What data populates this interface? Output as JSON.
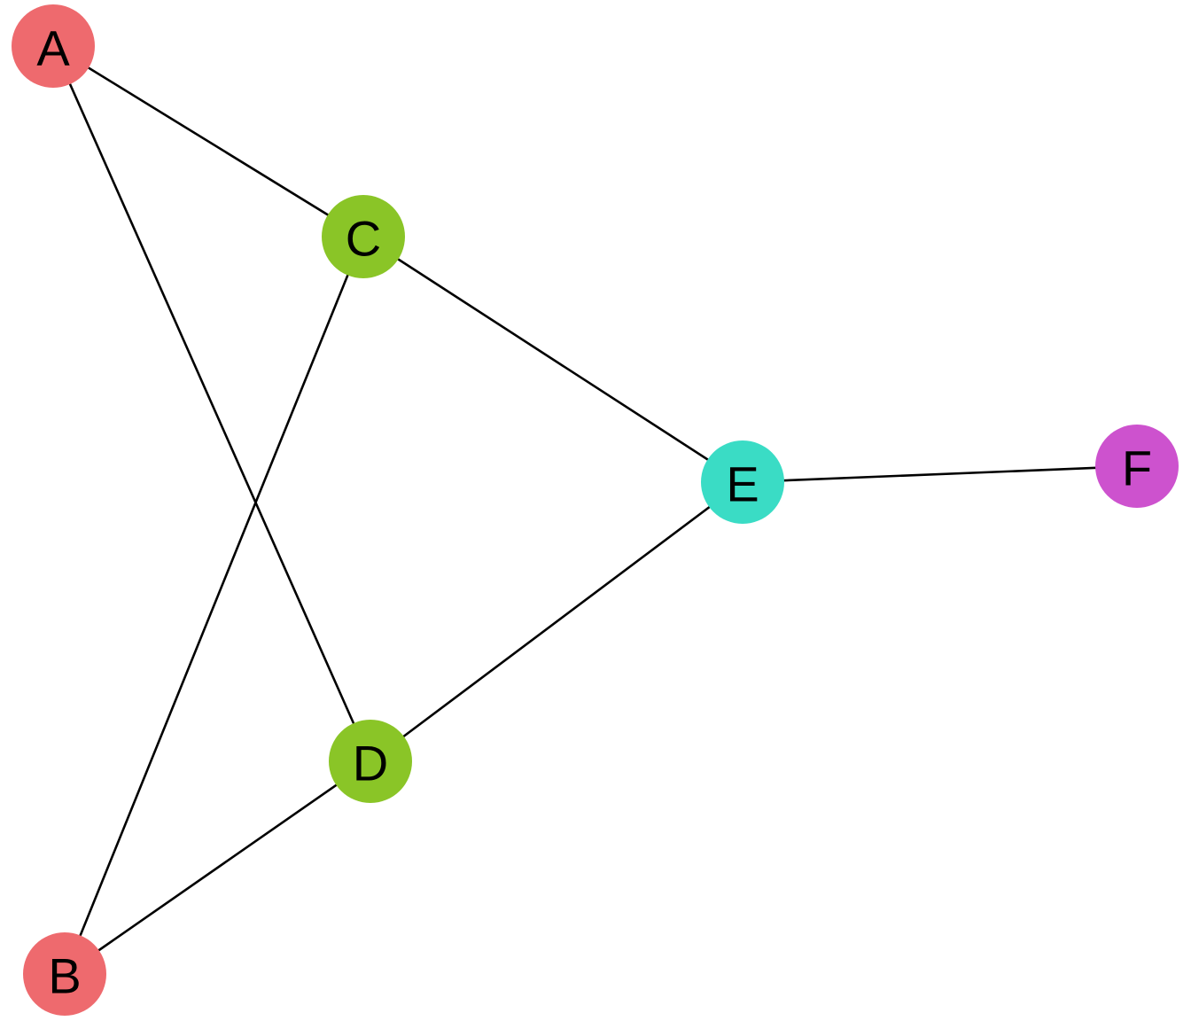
{
  "graph": {
    "nodes": [
      {
        "id": "A",
        "label": "A",
        "color": "#EE6A6E"
      },
      {
        "id": "B",
        "label": "B",
        "color": "#EE6A6E"
      },
      {
        "id": "C",
        "label": "C",
        "color": "#8AC527"
      },
      {
        "id": "D",
        "label": "D",
        "color": "#8AC527"
      },
      {
        "id": "E",
        "label": "E",
        "color": "#3ADCC5"
      },
      {
        "id": "F",
        "label": "F",
        "color": "#CD52CE"
      }
    ],
    "edges": [
      {
        "source": "A",
        "target": "C"
      },
      {
        "source": "A",
        "target": "D"
      },
      {
        "source": "C",
        "target": "B"
      },
      {
        "source": "C",
        "target": "E"
      },
      {
        "source": "E",
        "target": "F"
      },
      {
        "source": "E",
        "target": "D"
      },
      {
        "source": "D",
        "target": "B"
      }
    ]
  }
}
